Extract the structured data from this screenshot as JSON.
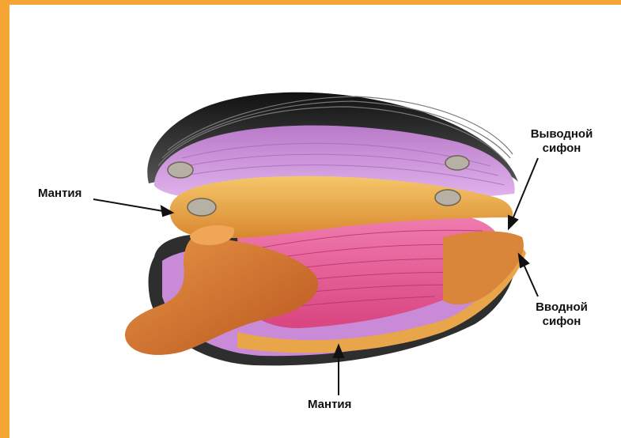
{
  "labels": {
    "mantle_left": "Мантия",
    "mantle_bottom": "Мантия",
    "outflow_siphon": [
      "Выводной",
      "сифон"
    ],
    "inflow_siphon": [
      "Вводной",
      "сифон"
    ]
  },
  "colors": {
    "frame": "#f4a533",
    "shell": "#2b2b2b",
    "mantle_purple": "#c98bd8",
    "mantle_orange": "#e9a549",
    "gills": "#e8609a",
    "foot": "#c9652b"
  }
}
